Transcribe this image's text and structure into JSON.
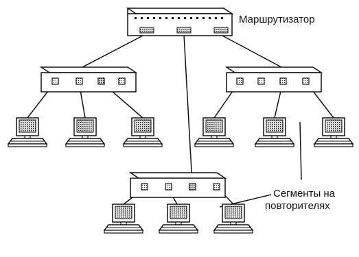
{
  "labels": {
    "router": "Маршрутизатор",
    "segments_line1": "Сегменты на",
    "segments_line2": "повторителях"
  },
  "devices": {
    "router": "router",
    "repeaters": [
      "repeater-left",
      "repeater-right",
      "repeater-bottom"
    ],
    "computers_per_repeater": 3
  },
  "colors": {
    "line": "#111111",
    "device_fill": "#ffffff",
    "screen_fill": "#8a8a8a"
  }
}
